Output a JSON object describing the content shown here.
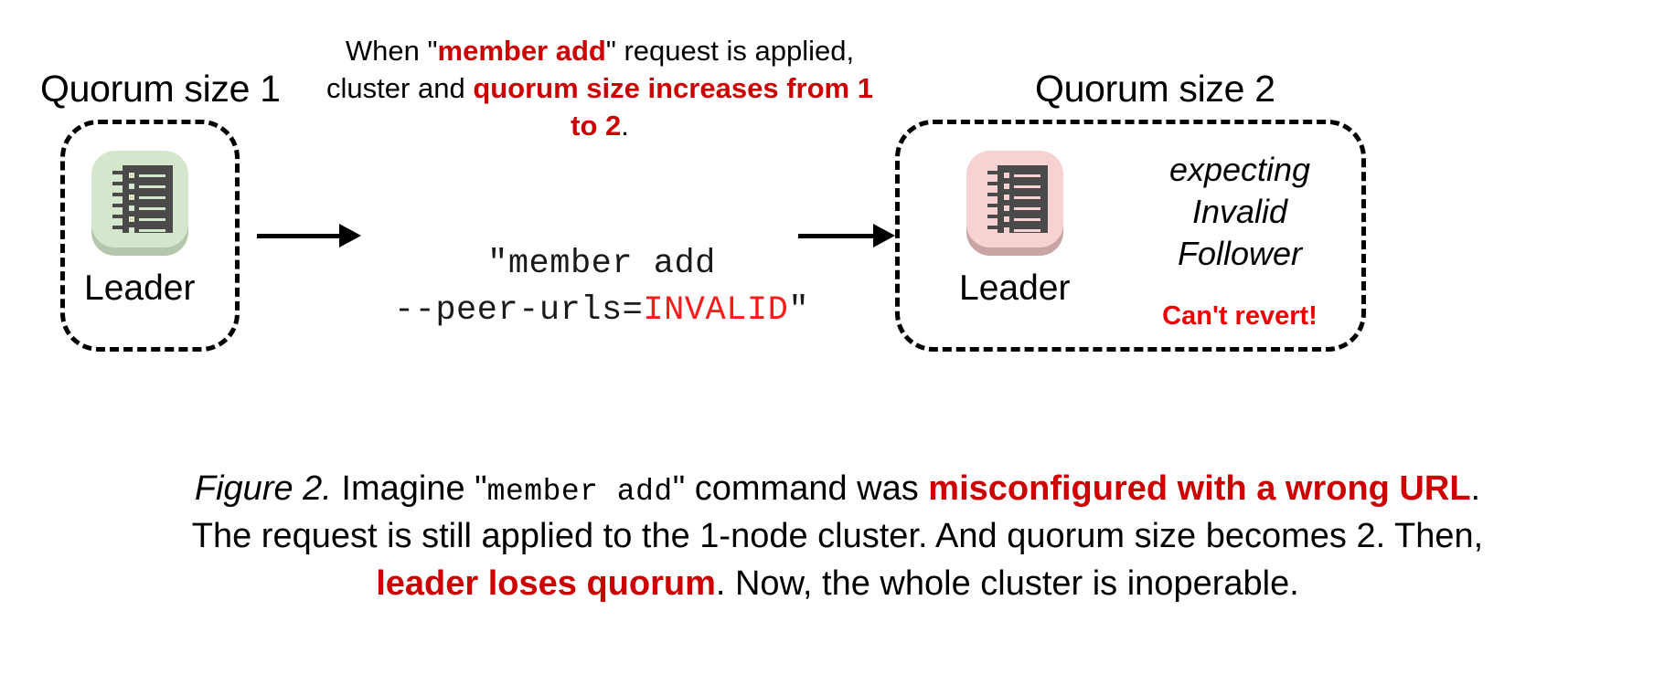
{
  "colors": {
    "accent_red": "#cc0000",
    "bright_red": "#ee0000",
    "invalid_red": "#ff1a1a",
    "node_green": "#d4e7cd",
    "node_pink": "#f8d2d2",
    "glyph_dark": "#4a4a4a",
    "stroke_black": "#000000",
    "background": "#ffffff"
  },
  "left_cluster": {
    "quorum_label": "Quorum size 1",
    "node_label": "Leader",
    "icon": "server-rack-icon",
    "icon_tint": "green"
  },
  "right_cluster": {
    "quorum_label": "Quorum size 2",
    "node_label": "Leader",
    "icon": "server-rack-icon",
    "icon_tint": "pink",
    "status_line_1": "expecting",
    "status_line_2": "Invalid",
    "status_line_3": "Follower",
    "warning": "Can't revert!"
  },
  "top_annotation": {
    "seg_1": "When \"",
    "seg_2_red": "member add",
    "seg_3": "\" request is applied,",
    "seg_4": "cluster and ",
    "seg_5_red": "quorum size increases",
    "seg_6_red": "from 1 to 2",
    "seg_7": "."
  },
  "command": {
    "line_1": "\"member add",
    "line_2_prefix": "--peer-urls=",
    "line_2_invalid": "INVALID",
    "line_2_suffix": "\""
  },
  "arrows": {
    "left_arrow": "arrow-right-icon",
    "right_arrow": "arrow-right-icon"
  },
  "caption": {
    "line1_figno": "Figure 2.",
    "line1_a": " Imagine \"",
    "line1_mono": "member add",
    "line1_b": "\" command was ",
    "line1_red": "misconfigured with a wrong URL",
    "line1_c": ".",
    "line2": "The request is still applied to the 1-node cluster. And quorum size becomes 2. Then,",
    "line3_red": "leader loses quorum",
    "line3_a": ". Now, the whole cluster is inoperable."
  }
}
